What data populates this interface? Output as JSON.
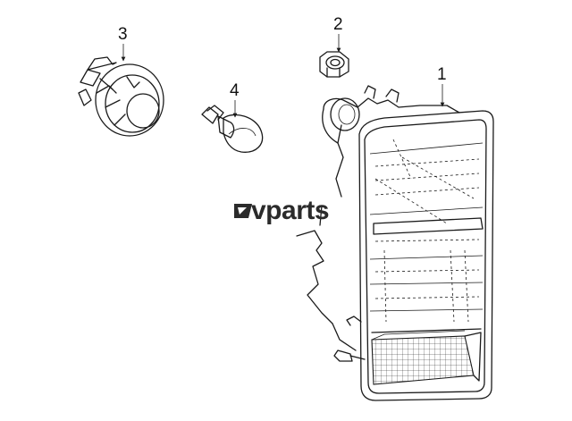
{
  "diagram": {
    "callouts": [
      {
        "id": "1",
        "label": "1"
      },
      {
        "id": "2",
        "label": "2"
      },
      {
        "id": "3",
        "label": "3"
      },
      {
        "id": "4",
        "label": "4"
      }
    ],
    "watermark": {
      "brand": "vparts"
    }
  }
}
